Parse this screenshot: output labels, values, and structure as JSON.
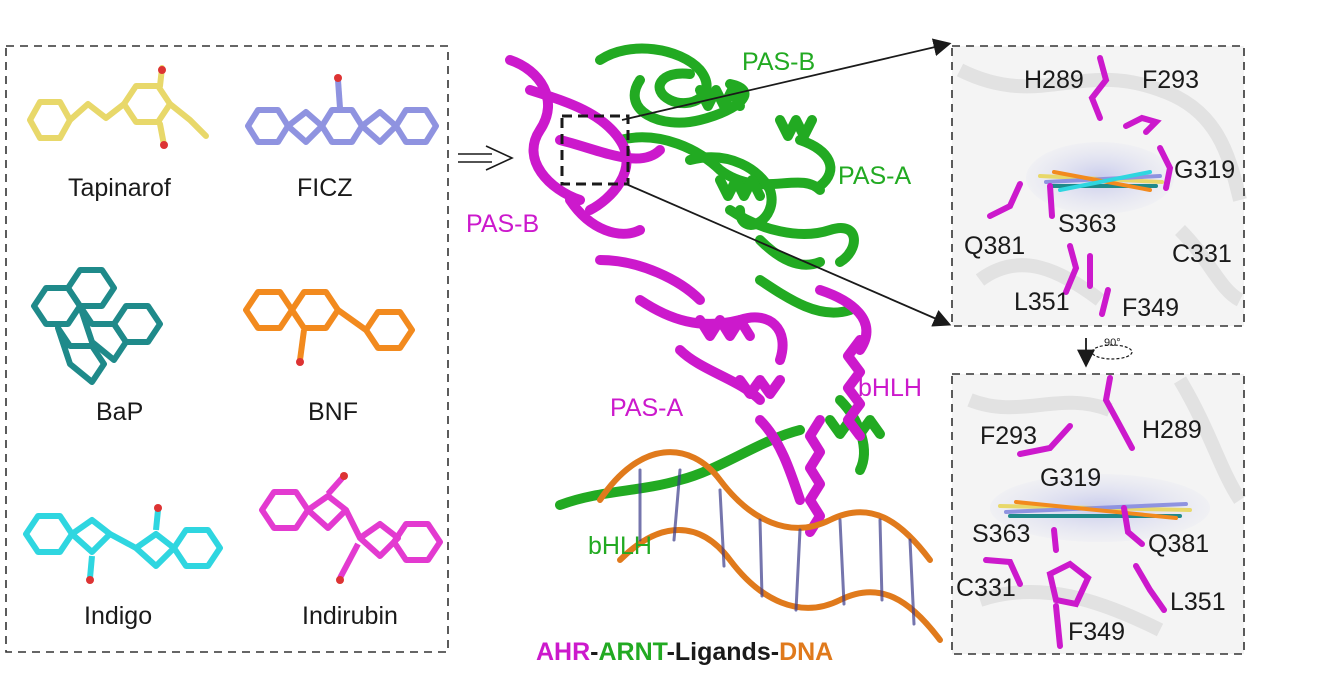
{
  "ligands": [
    {
      "name": "Tapinarof",
      "color": "#e8d86a"
    },
    {
      "name": "FICZ",
      "color": "#8f93e0"
    },
    {
      "name": "BaP",
      "color": "#1f8a8a"
    },
    {
      "name": "BNF",
      "color": "#f28a1e"
    },
    {
      "name": "Indigo",
      "color": "#2fd6e0"
    },
    {
      "name": "Indirubin",
      "color": "#e33ad0"
    }
  ],
  "structure_labels": {
    "ahr_pasb": "PAS-B",
    "arnt_pasb": "PAS-B",
    "arnt_pasa": "PAS-A",
    "ahr_pasa": "PAS-A",
    "ahr_bhlh": "bHLH",
    "arnt_bhlh": "bHLH"
  },
  "colors": {
    "ahr": "#cc19cc",
    "arnt": "#22aa22",
    "dna": "#e07a1c",
    "ligands": "#1a1a1a",
    "outline": "#333333"
  },
  "title": {
    "ahr": "AHR",
    "sep1": "-",
    "arnt": "ARNT",
    "sep2": "-",
    "ligands": "Ligands",
    "sep3": "-",
    "dna": "DNA"
  },
  "pocket_top": {
    "residues": [
      "H289",
      "F293",
      "G319",
      "Q381",
      "S363",
      "C331",
      "L351",
      "F349"
    ]
  },
  "pocket_bottom": {
    "residues": [
      "F293",
      "H289",
      "G319",
      "S363",
      "Q381",
      "C331",
      "L351",
      "F349"
    ]
  },
  "rotation_label": "90°"
}
